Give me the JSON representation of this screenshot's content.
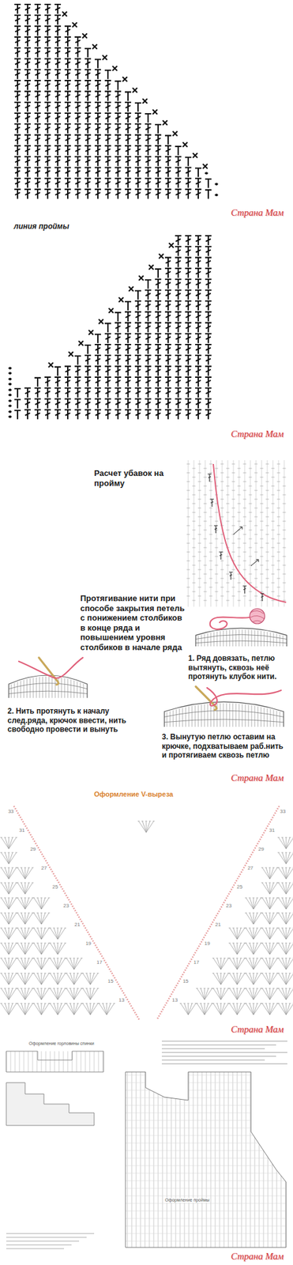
{
  "diagram": {
    "labels": [
      "Страна Мам",
      "линия проймы",
      "Страна Мам",
      "Расчет убавок на пройму",
      "Протягивание нити при способе закрытия петель с понижением столбиков в конце ряда и повышением уровня столбиков в начале ряда",
      "1. Ряд довязать, петлю вытянуть, сквозь неё протянуть клубок нити.",
      "2. Нить протянуть к началу след.ряда, крючок ввести, нить свободно провести и вынуть",
      "3. Вынутую петлю оставим на крючке, подхватываем раб.нить и протягиваем сквозь петлю",
      "Страна Мам",
      "Оформление V-выреза",
      "33",
      "31",
      "29",
      "27",
      "25",
      "23",
      "21",
      "19",
      "17",
      "15",
      "13",
      "33",
      "31",
      "29",
      "27",
      "25",
      "23",
      "21",
      "19",
      "17",
      "15",
      "13",
      "Страна Мам",
      "Оформление горловины спинки",
      "Оформление проймы",
      "Страна Мам"
    ]
  }
}
